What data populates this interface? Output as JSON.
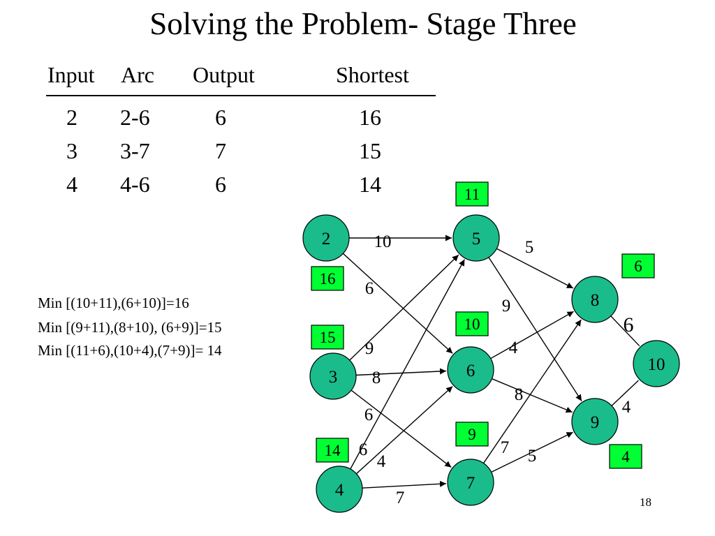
{
  "title": "Solving the Problem- Stage Three",
  "table": {
    "headers": [
      "Input",
      "Arc",
      "Output",
      "Shortest"
    ],
    "rows": [
      [
        "2",
        "2-6",
        "6",
        "16"
      ],
      [
        "3",
        "3-7",
        "7",
        "15"
      ],
      [
        "4",
        "4-6",
        "6",
        "14"
      ]
    ]
  },
  "min_lines": [
    "Min [(10+11),(6+10)]=16",
    "Min [(9+11),(8+10), (6+9)]=15",
    "Min [(11+6),(10+4),(7+9)]= 14"
  ],
  "graph": {
    "node_color": "#1abc8c",
    "box_color": "#00ff33",
    "nodes": [
      "2",
      "3",
      "4",
      "5",
      "6",
      "7",
      "8",
      "9",
      "10"
    ],
    "edges": [
      {
        "from": "2",
        "to": "5",
        "weight": "10"
      },
      {
        "from": "2",
        "to": "6",
        "weight": "6"
      },
      {
        "from": "3",
        "to": "5",
        "weight": "9"
      },
      {
        "from": "3",
        "to": "6",
        "weight": "8"
      },
      {
        "from": "3",
        "to": "7",
        "weight": "6"
      },
      {
        "from": "4",
        "to": "5",
        "weight": "6"
      },
      {
        "from": "4",
        "to": "6",
        "weight": "4"
      },
      {
        "from": "4",
        "to": "7",
        "weight": "7"
      },
      {
        "from": "5",
        "to": "8",
        "weight": "5"
      },
      {
        "from": "5",
        "to": "9",
        "weight": "9"
      },
      {
        "from": "6",
        "to": "8",
        "weight": "4"
      },
      {
        "from": "6",
        "to": "9",
        "weight": "8"
      },
      {
        "from": "7",
        "to": "8",
        "weight": "7"
      },
      {
        "from": "7",
        "to": "9",
        "weight": "5"
      },
      {
        "from": "8",
        "to": "10",
        "weight": "6"
      },
      {
        "from": "9",
        "to": "10",
        "weight": "4"
      }
    ],
    "values": [
      {
        "node": "2",
        "value": "16"
      },
      {
        "node": "3",
        "value": "15"
      },
      {
        "node": "4",
        "value": "14"
      },
      {
        "node": "5",
        "value": "11"
      },
      {
        "node": "6",
        "value": "10"
      },
      {
        "node": "7",
        "value": "9"
      },
      {
        "node": "8",
        "value": "6"
      },
      {
        "node": "9",
        "value": "4"
      }
    ]
  },
  "page_number": "18"
}
